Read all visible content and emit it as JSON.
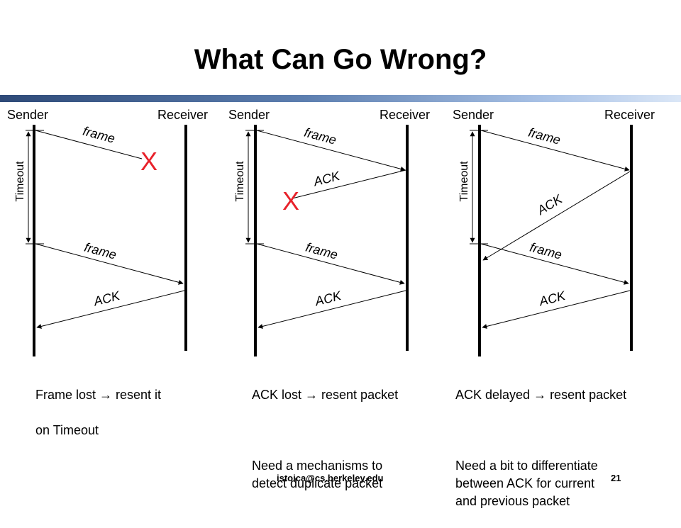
{
  "slide": {
    "title": "What Can Go Wrong?",
    "footer_email": "istoica@cs.berkeley.edu",
    "page_number": "21"
  },
  "labels": {
    "sender": "Sender",
    "receiver": "Receiver",
    "timeout": "Timeout",
    "frame": "frame",
    "ack": "ACK",
    "lost_marker": "X"
  },
  "scenarios": [
    {
      "caption_line1": "Frame lost → resent it",
      "caption_line2": "on Timeout",
      "caption_extra": ""
    },
    {
      "caption_line1": "ACK lost → resent packet",
      "caption_line2": "",
      "caption_extra": "Need a mechanisms to\ndetect duplicate packet"
    },
    {
      "caption_line1": "ACK delayed → resent packet",
      "caption_line2": "",
      "caption_extra": "Need a bit to differentiate\nbetween ACK for current\nand previous packet"
    }
  ],
  "colors": {
    "lost_marker": "#e8212a",
    "title_rule_dark": "#2e4a78",
    "title_rule_light": "#dbe7f7"
  }
}
